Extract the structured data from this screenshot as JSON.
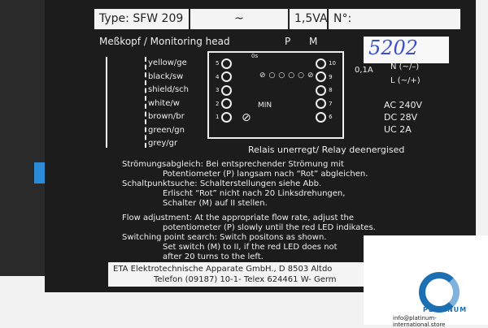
{
  "label": {
    "type": "Type:  SFW 209",
    "voltage": "~",
    "power": "1,5VA",
    "number_label": "N°:",
    "handwritten_note": "5202",
    "section_title": "Meßkopf / Monitoring head",
    "wires": [
      "yellow/ge",
      "black/sw",
      "shield/sch",
      "white/w",
      "brown/br",
      "green/gn",
      "grey/gr"
    ],
    "left_terminals": [
      "5",
      "4",
      "3",
      "2",
      "1"
    ],
    "right_terminals": [
      "10",
      "9",
      "8",
      "7",
      "6"
    ],
    "pot_label": "P",
    "switch_label": "M",
    "min_label": "MIN",
    "os_label": "0s",
    "fuse": "0,1A",
    "outputs": [
      "N (~/–)",
      "L (~/+)"
    ],
    "ratings": [
      "AC 240V",
      "DC   28V",
      "UC    2A"
    ],
    "relay_caption": "Relais unerregt/ Relay deenergised",
    "instructions_de": [
      "Strömungsabgleich:  Bei entsprechender Strömung mit",
      "Potentiometer (P) langsam nach “Rot” abgleichen.",
      "Schaltpunktsuche:  Schalterstellungen siehe Abb.",
      "Erlischt “Rot” nicht nach 20 Linksdrehungen,",
      "Schalter (M) auf II stellen."
    ],
    "instructions_en": [
      "Flow adjustment: At the appropriate flow rate, adjust the",
      "potentiometer (P) slowly until the red LED indikates.",
      "Switching point search: Switch positons as shown.",
      "Set switch (M) to II, if the red LED does not",
      "after 20 turns to the left."
    ],
    "manufacturer": "ETA Elektrotechnische Apparate GmbH., D 8503 Altdo",
    "contact": "Telefon (09187) 10-1- Telex 624461 W- Germ"
  },
  "watermark": {
    "brand": "PLATINUM",
    "email": "info@platinum-international.store"
  },
  "colors": {
    "device": "#1c1c1c",
    "tab": "#2a8bd6",
    "logo": "#1d6fb3"
  }
}
